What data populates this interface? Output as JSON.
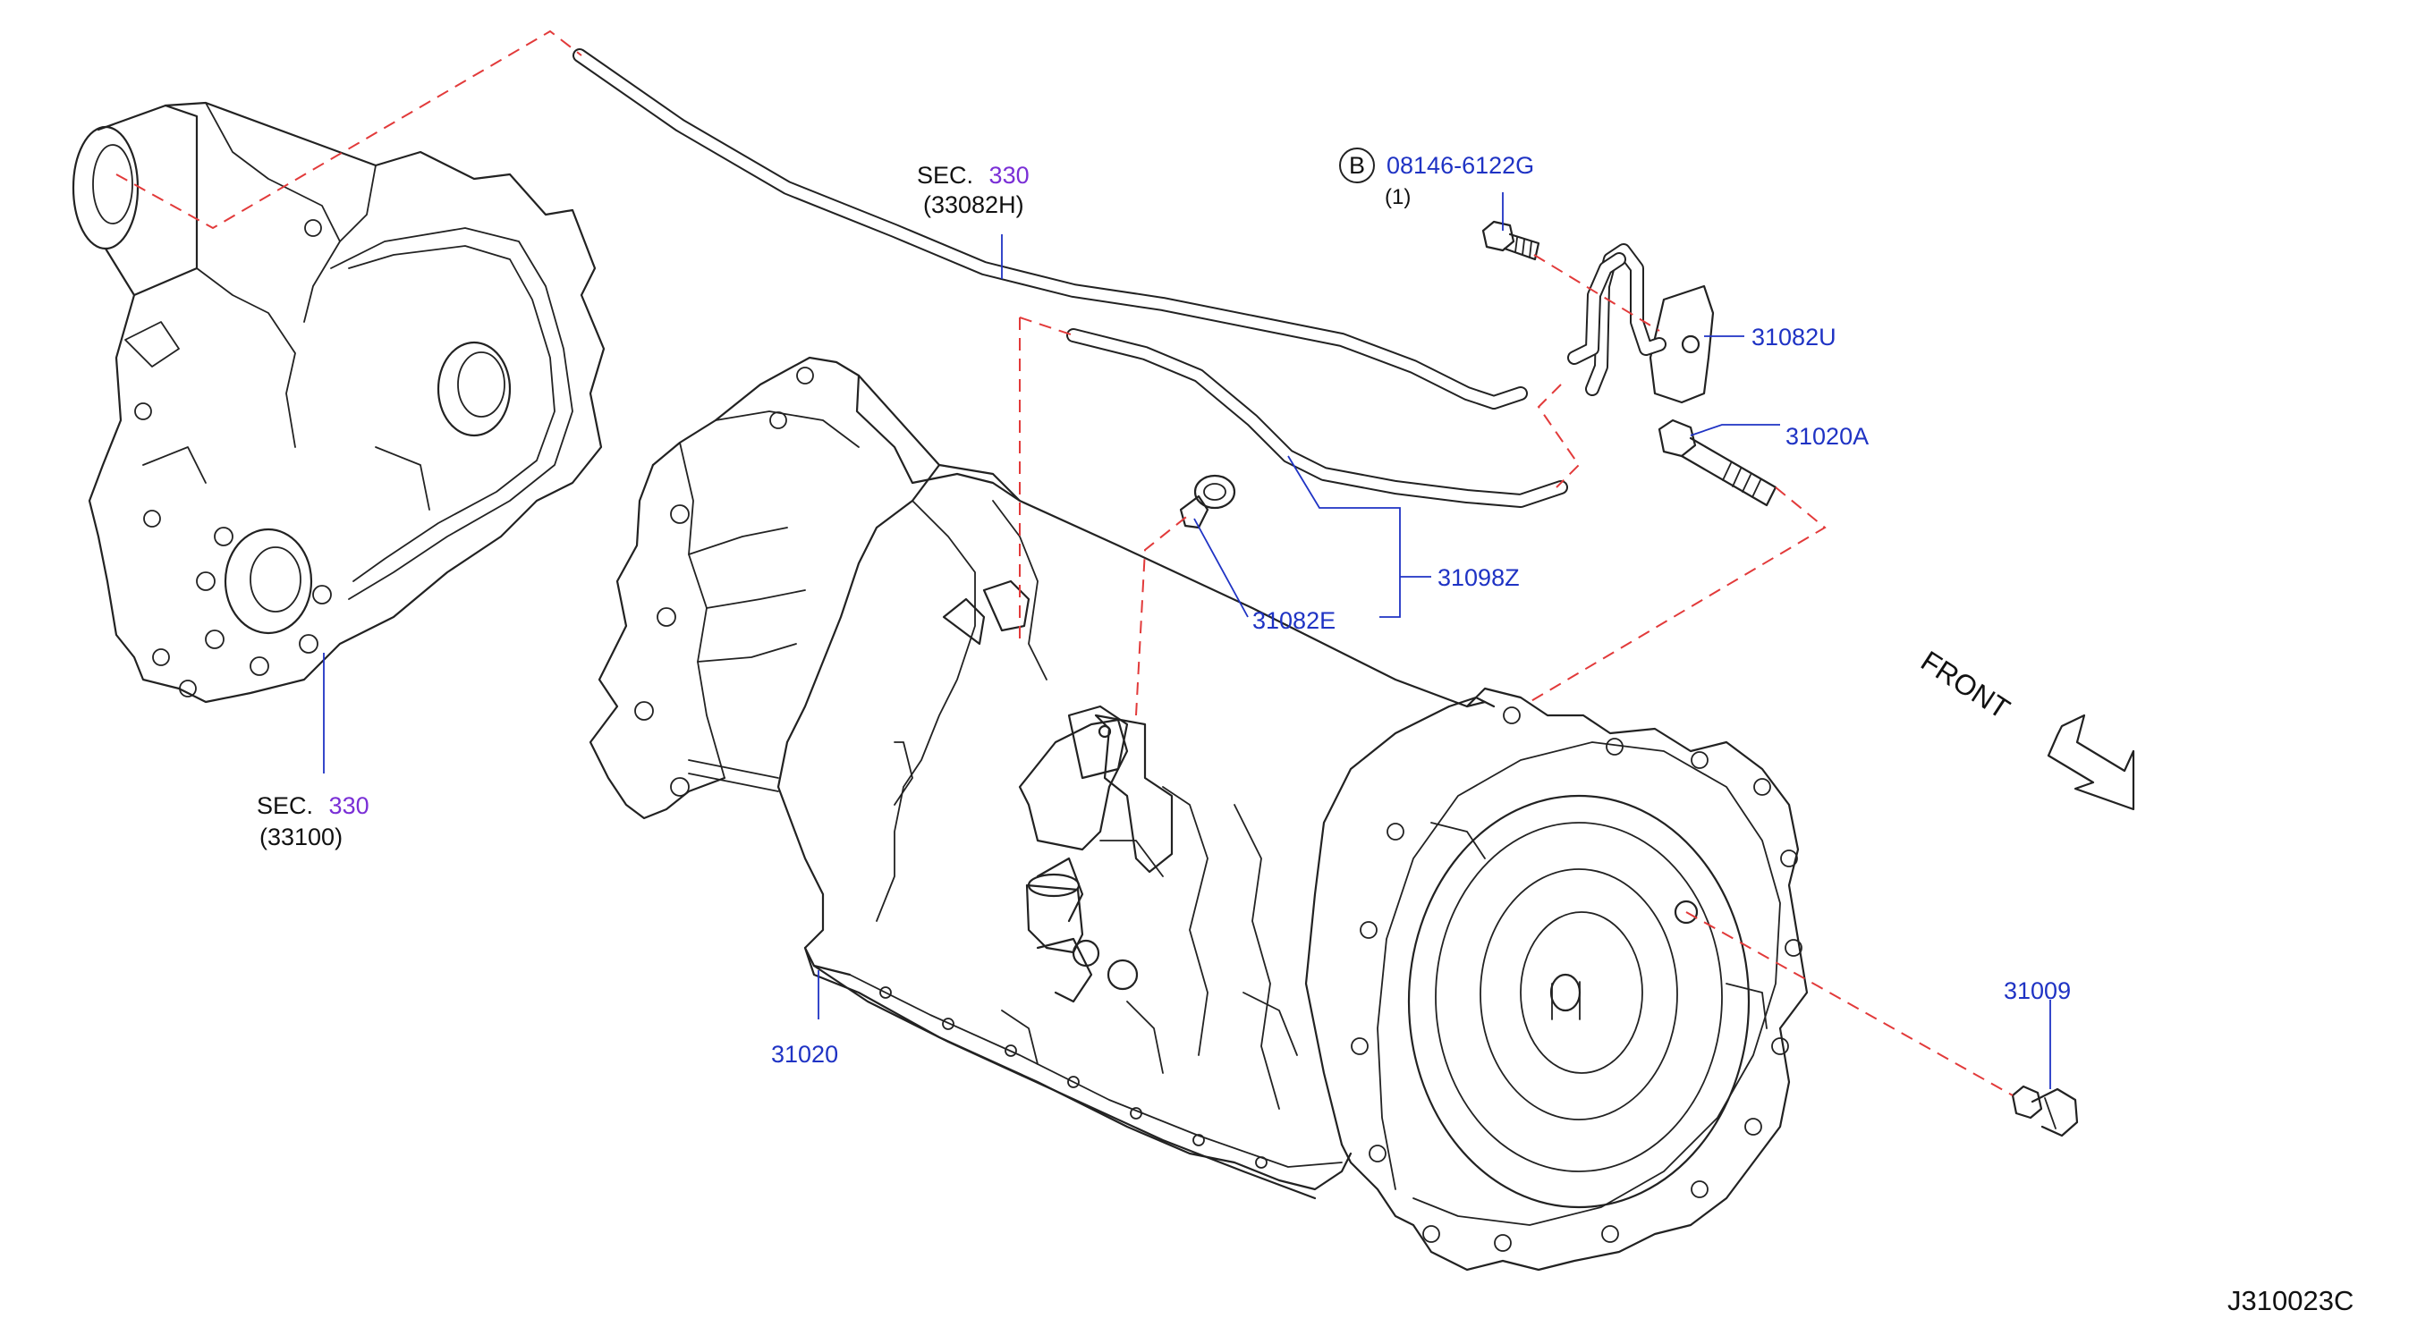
{
  "labels": {
    "sec330_hose": {
      "sec_word": "SEC.",
      "sec_num": "330",
      "part": "(33082H)"
    },
    "sec330_transfer": {
      "sec_word": "SEC.",
      "sec_num": "330",
      "part": "(33100)"
    },
    "bolt_b": {
      "circle": "B",
      "part": "08146-6122G",
      "qty": "(1)"
    },
    "p31082U": "31082U",
    "p31020A": "31020A",
    "p31098Z": "31098Z",
    "p31082E": "31082E",
    "p31020": "31020",
    "p31009": "31009",
    "front": "FRONT",
    "drawing_id": "J310023C"
  },
  "colors": {
    "part_number": "#1f33c4",
    "section_number": "#7a2fd6",
    "dashed_reference": "#e23a3a",
    "line_art": "#222222"
  }
}
